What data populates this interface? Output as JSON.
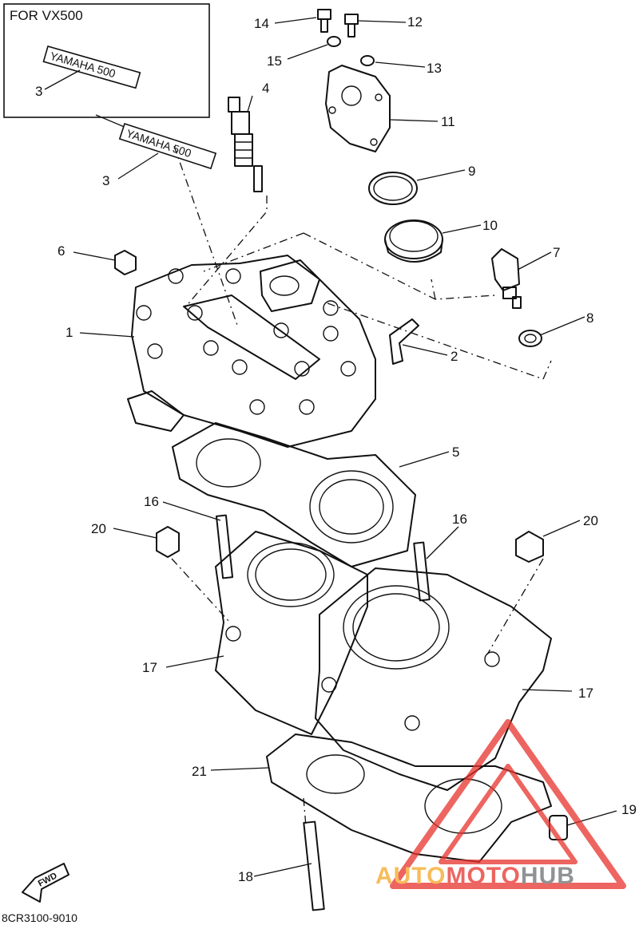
{
  "inset": {
    "title": "FOR VX500"
  },
  "decal_text": "YAMAHA 500",
  "callouts": [
    {
      "id": "c1",
      "num": "1"
    },
    {
      "id": "c2",
      "num": "2"
    },
    {
      "id": "c3a",
      "num": "3"
    },
    {
      "id": "c3b",
      "num": "3"
    },
    {
      "id": "c4",
      "num": "4"
    },
    {
      "id": "c5",
      "num": "5"
    },
    {
      "id": "c6",
      "num": "6"
    },
    {
      "id": "c7",
      "num": "7"
    },
    {
      "id": "c8",
      "num": "8"
    },
    {
      "id": "c9",
      "num": "9"
    },
    {
      "id": "c10",
      "num": "10"
    },
    {
      "id": "c11",
      "num": "11"
    },
    {
      "id": "c12",
      "num": "12"
    },
    {
      "id": "c13",
      "num": "13"
    },
    {
      "id": "c14",
      "num": "14"
    },
    {
      "id": "c15",
      "num": "15"
    },
    {
      "id": "c16a",
      "num": "16"
    },
    {
      "id": "c16b",
      "num": "16"
    },
    {
      "id": "c17a",
      "num": "17"
    },
    {
      "id": "c17b",
      "num": "17"
    },
    {
      "id": "c18",
      "num": "18"
    },
    {
      "id": "c19",
      "num": "19"
    },
    {
      "id": "c20a",
      "num": "20"
    },
    {
      "id": "c20b",
      "num": "20"
    },
    {
      "id": "c21",
      "num": "21"
    }
  ],
  "fwd_label": "FWD",
  "diagram_code": "8CR3100-9010",
  "watermark": {
    "part1": "AUTO",
    "part2": "MOTO",
    "part3": "HUB",
    "color_orange": "#f5a623",
    "color_red": "#e8322c",
    "color_gray": "#6d6e71"
  }
}
